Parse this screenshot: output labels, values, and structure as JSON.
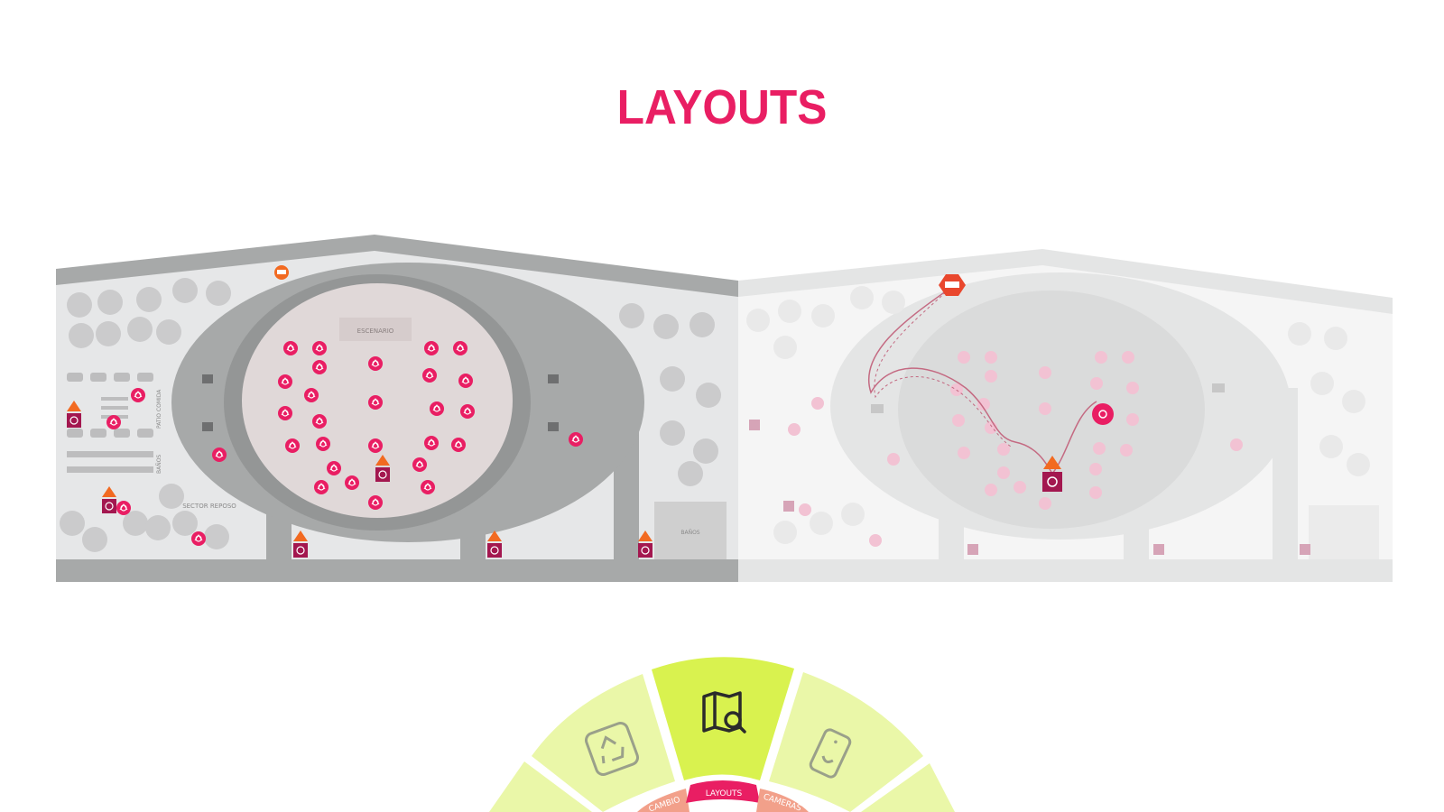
{
  "page": {
    "title": "LAYOUTS"
  },
  "map": {
    "labels": {
      "stage": "ESCENARIO",
      "food_court": "PATIO COMIDA",
      "bathrooms_side": "BAÑOS",
      "rest_sector": "SECTOR REPOSO",
      "bathrooms_block": "BAÑOS"
    },
    "colors": {
      "marker": "#e91e63",
      "trash_bin": "#a3174f",
      "warning": "#f26a21",
      "structure": "#a7a9a9",
      "ground": "#e6e7e8",
      "tree": "#c9c9ca"
    }
  },
  "wheel": {
    "items": [
      {
        "label": "CAMBIO",
        "icon": "recycle-icon"
      },
      {
        "label": "LAYOUTS",
        "icon": "map-search-icon",
        "active": true
      },
      {
        "label": "CAMERAS",
        "icon": "phone-icon"
      }
    ],
    "colors": {
      "segment": "#eaf7a8",
      "active_segment": "#d9f24f",
      "active_tab": "#e91e63",
      "tab": "#f2a08a"
    }
  }
}
